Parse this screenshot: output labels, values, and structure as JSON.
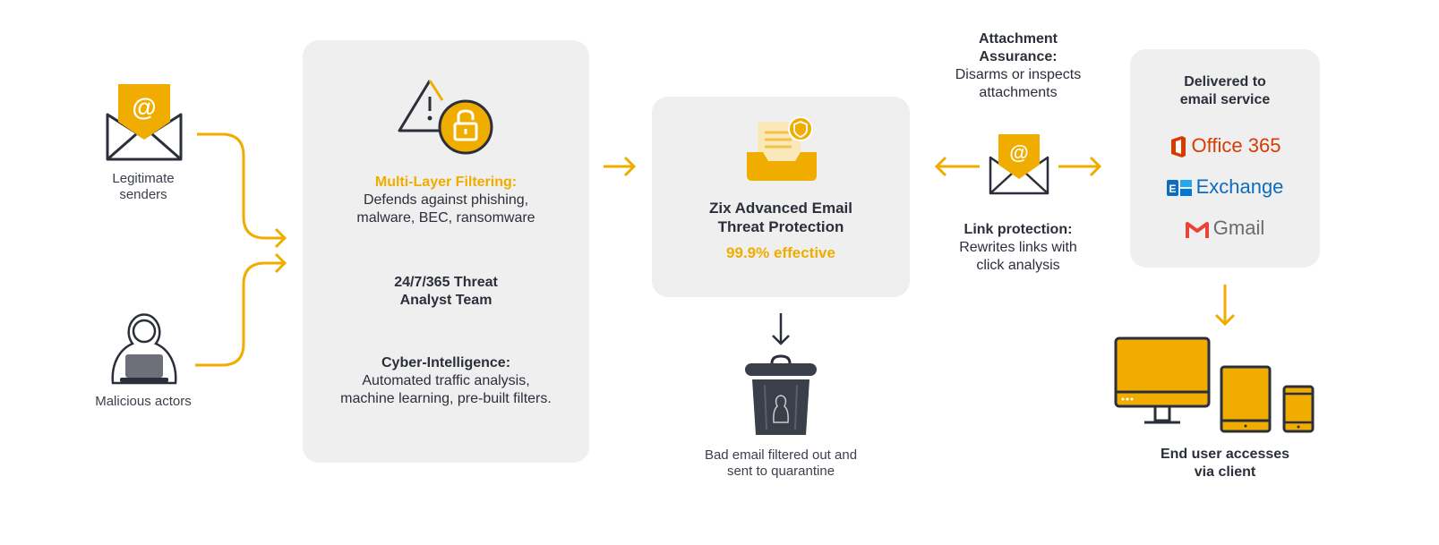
{
  "senders": {
    "legitimate": "Legitimate senders",
    "malicious": "Malicious actors"
  },
  "filtering": {
    "title": "Multi-Layer Filtering:",
    "desc_line1": "Defends against phishing,",
    "desc_line2": "malware, BEC, ransomware",
    "team_line1": "24/7/365 Threat",
    "team_line2": "Analyst Team",
    "intel_title": "Cyber-Intelligence:",
    "intel_line1": "Automated traffic analysis,",
    "intel_line2": "machine learning, pre-built filters."
  },
  "zix": {
    "title_line1": "Zix Advanced Email",
    "title_line2": "Threat Protection",
    "effectiveness": "99.9% effective"
  },
  "quarantine": {
    "line1": "Bad email filtered out and",
    "line2": "sent to quarantine"
  },
  "attachment": {
    "title_line1": "Attachment",
    "title_line2": "Assurance:",
    "desc_line1": "Disarms or inspects",
    "desc_line2": "attachments"
  },
  "link": {
    "title": "Link protection:",
    "desc_line1": "Rewrites links with",
    "desc_line2": "click analysis"
  },
  "delivery": {
    "title_line1": "Delivered to",
    "title_line2": "email service",
    "services": [
      "Office 365",
      "Exchange",
      "Gmail"
    ]
  },
  "end_user": {
    "line1": "End user accesses",
    "line2": "via client"
  },
  "colors": {
    "accent": "#f0ad00",
    "dark": "#2b2f3a",
    "panel": "#efeff0",
    "office": "#d83b01",
    "exchange": "#0f6cbd",
    "gmail": "#6b6b6b"
  }
}
